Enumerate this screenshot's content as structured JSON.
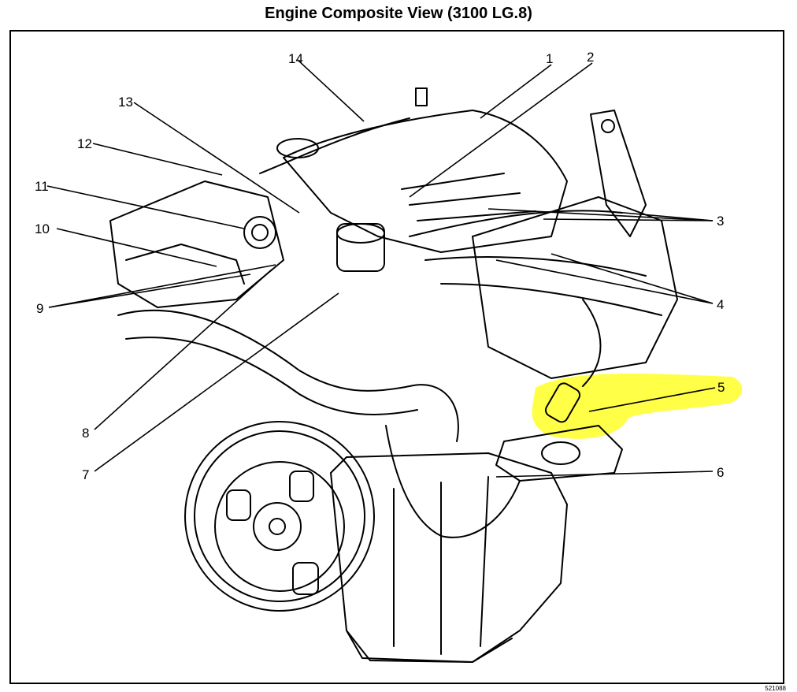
{
  "title": "Engine Composite View (3100 LG.8)",
  "figure_id": "521088",
  "highlight_color": "#FFFF33",
  "callouts": {
    "c1": "1",
    "c2": "2",
    "c3": "3",
    "c4": "4",
    "c5": "5",
    "c6": "6",
    "c7": "7",
    "c8": "8",
    "c9": "9",
    "c10": "10",
    "c11": "11",
    "c12": "12",
    "c13": "13",
    "c14": "14"
  }
}
